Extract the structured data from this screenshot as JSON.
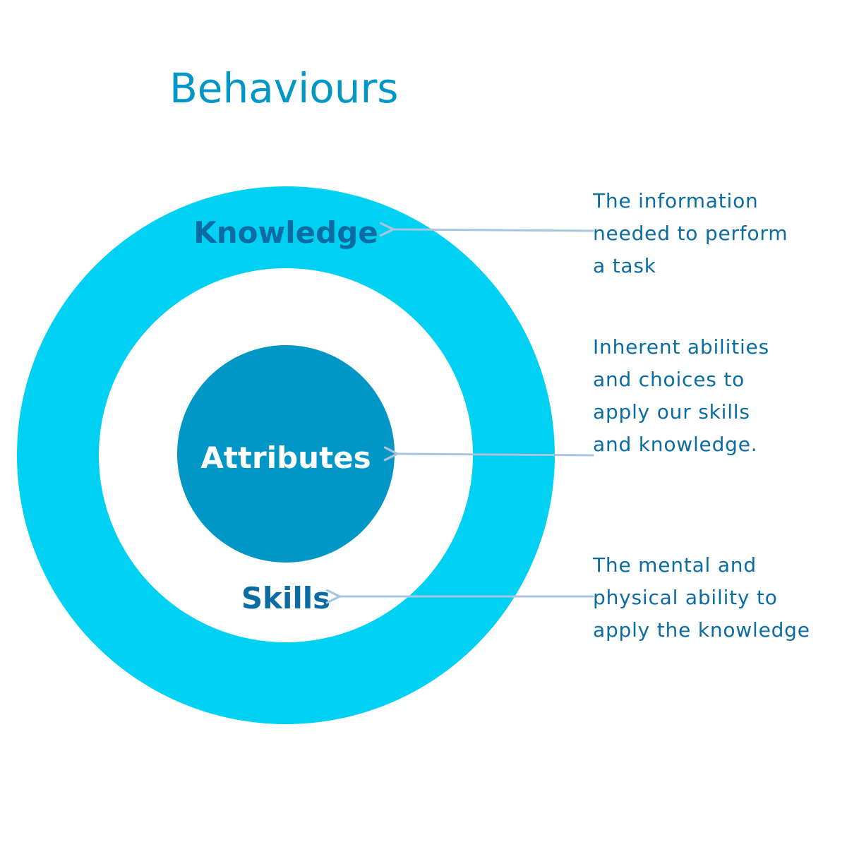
{
  "title": "Behaviours",
  "colors": {
    "outer_ring": "#00d1f2",
    "inner_gap": "#ffffff",
    "core": "#0096c6",
    "title": "#0096c6",
    "ring_label": "#0b6ba3",
    "core_label": "#ffffff",
    "description": "#0b6ba3",
    "arrow": "#a8c5e0"
  },
  "labels": {
    "knowledge": "Knowledge",
    "attributes": "Attributes",
    "skills": "Skills"
  },
  "descriptions": {
    "knowledge": [
      "The information",
      "needed to perform",
      "a task"
    ],
    "attributes": [
      "Inherent abilities",
      "and choices to",
      "apply our skills",
      "and knowledge."
    ],
    "skills": [
      "The mental and",
      "physical ability to",
      "apply the knowledge"
    ]
  }
}
